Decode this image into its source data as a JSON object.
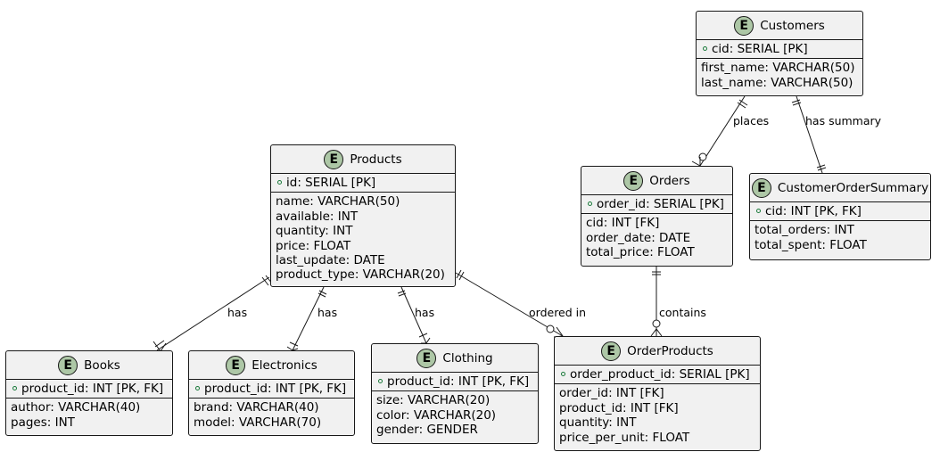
{
  "entities": {
    "customers": {
      "name": "Customers",
      "badge": "E",
      "pk": [
        "cid: SERIAL [PK]"
      ],
      "fields": [
        "first_name: VARCHAR(50)",
        "last_name: VARCHAR(50)"
      ]
    },
    "products": {
      "name": "Products",
      "badge": "E",
      "pk": [
        "id: SERIAL [PK]"
      ],
      "fields": [
        "name: VARCHAR(50)",
        "available: INT",
        "quantity: INT",
        "price: FLOAT",
        "last_update: DATE",
        "product_type: VARCHAR(20)"
      ]
    },
    "orders": {
      "name": "Orders",
      "badge": "E",
      "pk": [
        "order_id: SERIAL [PK]"
      ],
      "fields": [
        "cid: INT [FK]",
        "order_date: DATE",
        "total_price: FLOAT"
      ]
    },
    "summary": {
      "name": "CustomerOrderSummary",
      "badge": "E",
      "pk": [
        "cid: INT [PK, FK]"
      ],
      "fields": [
        "total_orders: INT",
        "total_spent: FLOAT"
      ]
    },
    "books": {
      "name": "Books",
      "badge": "E",
      "pk": [
        "product_id: INT [PK, FK]"
      ],
      "fields": [
        "author: VARCHAR(40)",
        "pages: INT"
      ]
    },
    "electronics": {
      "name": "Electronics",
      "badge": "E",
      "pk": [
        "product_id: INT [PK, FK]"
      ],
      "fields": [
        "brand: VARCHAR(40)",
        "model: VARCHAR(70)"
      ]
    },
    "clothing": {
      "name": "Clothing",
      "badge": "E",
      "pk": [
        "product_id: INT [PK, FK]"
      ],
      "fields": [
        "size: VARCHAR(20)",
        "color: VARCHAR(20)",
        "gender: GENDER"
      ]
    },
    "orderproducts": {
      "name": "OrderProducts",
      "badge": "E",
      "pk": [
        "order_product_id: SERIAL [PK]"
      ],
      "fields": [
        "order_id: INT [FK]",
        "product_id: INT [FK]",
        "quantity: INT",
        "price_per_unit: FLOAT"
      ]
    }
  },
  "relations": {
    "places": "places",
    "has_summary": "has summary",
    "has_books": "has",
    "has_electronics": "has",
    "has_clothing": "has",
    "ordered_in": "ordered in",
    "contains": "contains"
  },
  "colors": {
    "entity_bg": "#f1f1f1",
    "border": "#181818",
    "badge": "#adc7a6",
    "pk_dot": "#1a7a3a"
  }
}
